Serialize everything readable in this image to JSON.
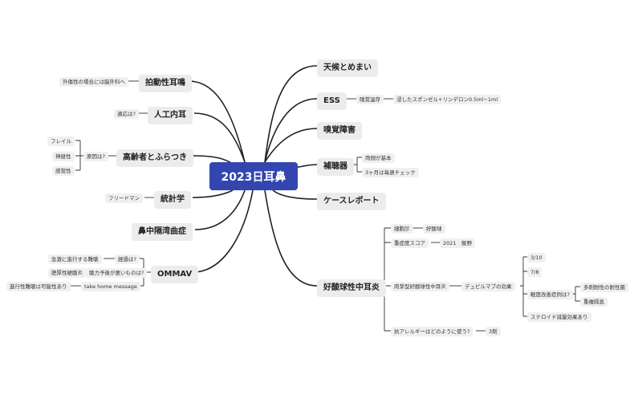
{
  "root": "2023日耳鼻",
  "right": {
    "weather": "天候とめまい",
    "ess": {
      "label": "ESS",
      "child": "嗅覚温存",
      "grand": "浸したスポンゼル+リンデロン0.5ml−1ml"
    },
    "olfactory": "嗅覚障害",
    "hearing_aid": {
      "label": "補聴器",
      "c1": "両側が基本",
      "c2": "3ヶ月は毎週チェック"
    },
    "case_report": "ケースレポート",
    "eom": {
      "label": "好酸球性中耳炎",
      "cytology": {
        "label": "細胞診",
        "child": "好酸球"
      },
      "severity": {
        "label": "重症度スコア",
        "child": "2021　飯野"
      },
      "bud": {
        "label": "肉芽型好酸球性中耳炎",
        "dupi": {
          "label": "デュピルマブの効果",
          "d1": "3/10",
          "d2": "7/8",
          "mild": {
            "label": "軽度改善症例は?",
            "c1": "多剤耐性の耐性菌",
            "c2": "重複隔息"
          },
          "steroid": "ステロイド減量効果あり"
        }
      },
      "allergy": {
        "label": "抗アレルギーはどのように使う?",
        "child": "3剤"
      }
    }
  },
  "left": {
    "pulsatile": {
      "label": "拍動性耳鳴",
      "child": "外傷性の場合には脳外科へ"
    },
    "ci": {
      "label": "人工内耳",
      "child": "適応は?"
    },
    "elderly": {
      "label": "高齢者とふらつき",
      "child": "原因は?",
      "g1": "フレイル",
      "g2": "神経性",
      "g3": "感覚性"
    },
    "stats": {
      "label": "統計学",
      "child": "フリードマン"
    },
    "septum": "鼻中隔湾曲症",
    "ommav": {
      "label": "OMMAV",
      "course": {
        "label": "経過は?",
        "child": "急激に進行する難聴"
      },
      "prognosis": {
        "label": "聴力予後が悪いものは?",
        "child": "肥厚性硬膜炎"
      },
      "thm": {
        "label": "take home message",
        "child": "進行性難聴は可能性あり"
      }
    }
  }
}
